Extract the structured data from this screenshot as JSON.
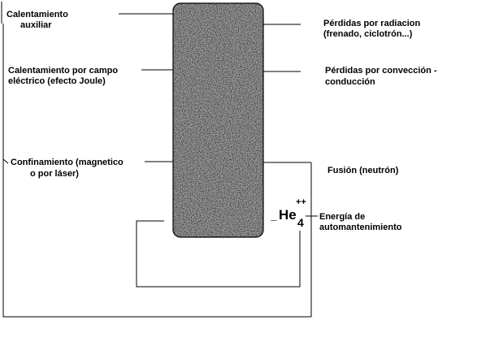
{
  "labels": {
    "aux_heating": [
      "Calentamiento",
      "auxiliar"
    ],
    "joule_heating": [
      "Calentamiento por campo",
      "eléctrico (efecto Joule)"
    ],
    "confinement": [
      "Confinamiento (magnetico",
      "o por láser)"
    ],
    "radiation_losses": [
      "Pérdidas por radiacion",
      "(frenado, ciclotrón...)"
    ],
    "convection_losses": [
      "Pérdidas por convección -",
      "conducción"
    ],
    "fusion": [
      "Fusión (neutrón)"
    ],
    "self_sustaining": [
      "Energía de",
      "automantenimiento"
    ]
  },
  "helium": {
    "symbol": "He",
    "subscript": "4",
    "superscript": "++",
    "prefix": "_"
  },
  "colors": {
    "plasma_fill": "#9a9a9a",
    "plasma_speckle": "#1a1a1a",
    "line": "#000000"
  }
}
